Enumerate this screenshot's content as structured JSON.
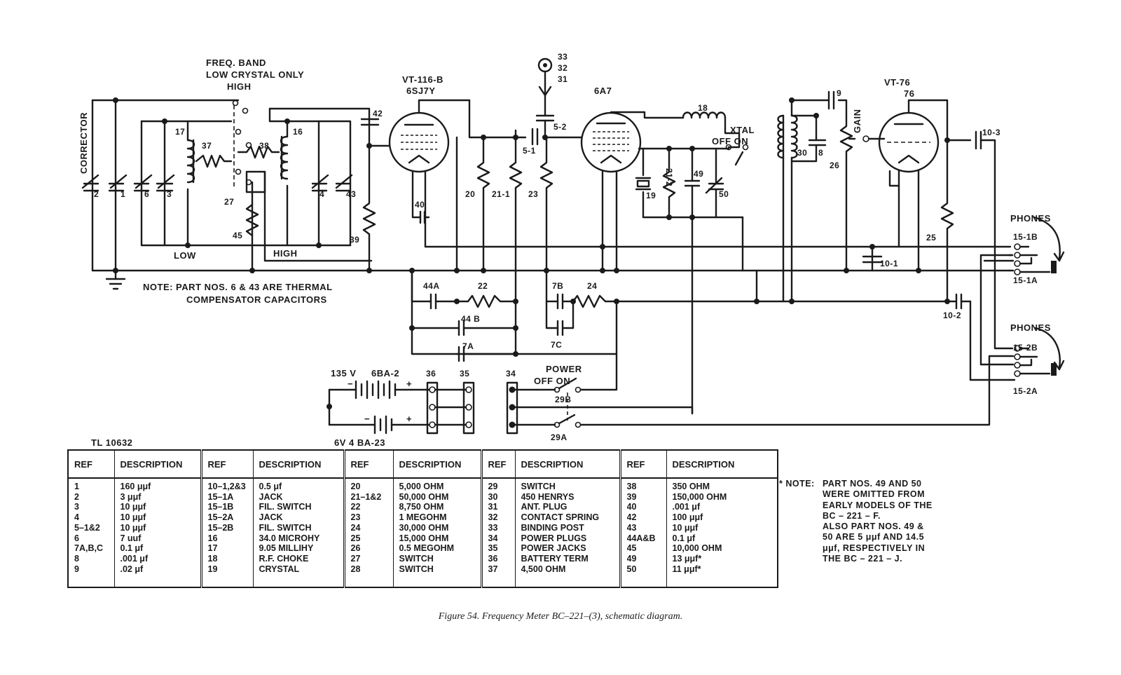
{
  "labels": {
    "freq_band": "FREQ. BAND",
    "low_crystal_only": "LOW    CRYSTAL ONLY",
    "high_top": "HIGH",
    "corrector": "CORRECTOR",
    "low_bottom": "LOW",
    "high_bottom": "HIGH",
    "tube1_name": "VT-116-B",
    "tube1_type": "6SJ7Y",
    "tube2_name": "6A7",
    "tube3_name": "VT-76",
    "tube3_type": "76",
    "gain": "GAIN",
    "xtal": "XTAL",
    "off_on": "OFF    ON",
    "phones_1": "PHONES",
    "phones_2": "PHONES",
    "power": "POWER",
    "power_off_on": "OFF      ON",
    "battery_135": "135 V",
    "battery_6ba2": "6BA-2",
    "note_line1": "NOTE:  PART NOS. 6 & 43 ARE THERMAL",
    "note_line2": "COMPENSATOR CAPACITORS"
  },
  "part_numbers": {
    "c2": "2",
    "c1": "1",
    "c6": "6",
    "c3": "3",
    "l17": "17",
    "r37": "37",
    "r38": "38",
    "l16": "16",
    "s27": "27",
    "r45": "45",
    "c4": "4",
    "c43": "43",
    "r39": "39",
    "c42": "42",
    "c40": "40",
    "j33": "33",
    "j32": "32",
    "j31": "31",
    "c5_2": "5-2",
    "c5_1": "5-1",
    "r20": "20",
    "r21_1": "21-1",
    "r23": "23",
    "l18": "18",
    "x19": "19",
    "r21_2": "21-2",
    "c49": "49",
    "c50": "50",
    "c9": "9",
    "l30": "30",
    "c8": "8",
    "r26": "26",
    "c10_3": "10-3",
    "r25": "25",
    "c10_1": "10-1",
    "c10_2": "10-2",
    "j15_1b": "15-1B",
    "j15_1a": "15-1A",
    "j15_2b": "15-2B",
    "j15_2a": "15-2A",
    "c44a": "44A",
    "r22": "22",
    "c44b": "44 B",
    "c7a": "7A",
    "c7b": "7B",
    "r24": "24",
    "c7c": "7C",
    "t36": "36",
    "t35": "35",
    "p34": "34",
    "s29b": "29B",
    "s29a": "29A"
  },
  "table_id": "TL 10632",
  "battery_label": "6V  4 BA-23",
  "table": {
    "headers": [
      "REF",
      "DESCRIPTION",
      "REF",
      "DESCRIPTION",
      "REF",
      "DESCRIPTION",
      "REF",
      "DESCRIPTION",
      "REF",
      "DESCRIPTION"
    ],
    "groups": [
      {
        "refs": [
          "1",
          "2",
          "3",
          "4",
          "5–1&2",
          "6",
          "7A,B,C",
          "8",
          "9"
        ],
        "descs": [
          "160 μμf",
          "3 μμf",
          "10 μμf",
          "10 μμf",
          "10 μμf",
          "7 uuf",
          "0.1 μf",
          ".001 μf",
          ".02 μf"
        ]
      },
      {
        "refs": [
          "10–1,2&3",
          "15–1A",
          "15–1B",
          "15–2A",
          "15–2B",
          "16",
          "17",
          "18",
          "19"
        ],
        "descs": [
          "0.5 μf",
          "JACK",
          "FIL. SWITCH",
          "JACK",
          "FIL. SWITCH",
          "34.0 MICROHY",
          "9.05 MILLIHY",
          "R.F. CHOKE",
          "CRYSTAL"
        ]
      },
      {
        "refs": [
          "20",
          "21–1&2",
          "22",
          "23",
          "24",
          "25",
          "26",
          "27",
          "28"
        ],
        "descs": [
          "5,000 OHM",
          "50,000 OHM",
          "8,750 OHM",
          "1 MEGOHM",
          "30,000 OHM",
          "15,000 OHM",
          "0.5 MEGOHM",
          "SWITCH",
          "SWITCH"
        ]
      },
      {
        "refs": [
          "29",
          "30",
          "31",
          "32",
          "33",
          "34",
          "35",
          "36",
          "37"
        ],
        "descs": [
          "SWITCH",
          "450 HENRYS",
          "ANT. PLUG",
          "CONTACT SPRING",
          "BINDING POST",
          "POWER PLUGS",
          "POWER JACKS",
          "BATTERY TERM",
          "4,500 OHM"
        ]
      },
      {
        "refs": [
          "38",
          "39",
          "40",
          "42",
          "43",
          "44A&B",
          "45",
          "49",
          "50"
        ],
        "descs": [
          "350 OHM",
          "150,000 OHM",
          ".001 μf",
          "100 μμf",
          "10 μμf",
          "0.1 μf",
          "10,000 OHM",
          "13 μμf*",
          "11 μμf*"
        ]
      }
    ]
  },
  "footnote": {
    "head": "* NOTE:",
    "lines": [
      "PART NOS. 49 AND 50",
      "WERE OMITTED FROM",
      "EARLY MODELS OF THE",
      "BC – 221 – F.",
      "ALSO PART NOS. 49 &",
      "50 ARE 5 μμf AND 14.5",
      "μμf, RESPECTIVELY IN",
      "THE  BC – 221 – J."
    ]
  },
  "caption": "Figure 54.   Frequency Meter BC–221–(3), schematic diagram."
}
